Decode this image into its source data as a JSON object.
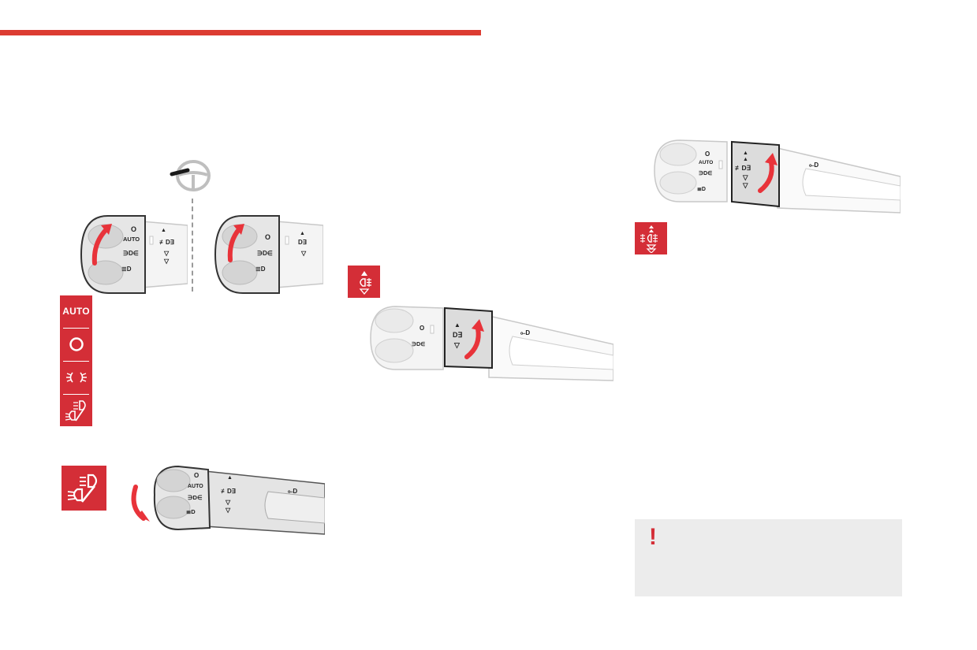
{
  "colors": {
    "accent": "#dc3c32",
    "icon_red": "#d42e37",
    "arrow_red": "#e8333a",
    "stalk_grey": "#d9d9d9",
    "stalk_outline": "#8c8c8c",
    "warning_bg": "#ececec"
  },
  "icons": [
    "steering-wheel-icon",
    "auto-lighting-icon",
    "lights-off-icon",
    "sidelights-icon",
    "dipped-main-beam-icon",
    "front-fog-lamp-icon",
    "front-rear-fog-lamps-icon",
    "warning-icon"
  ],
  "stalk_labels": {
    "off": "O",
    "auto": "AUTO"
  },
  "light_icon_stack": {
    "auto_label": "AUTO"
  },
  "warning": {
    "mark": "!"
  }
}
